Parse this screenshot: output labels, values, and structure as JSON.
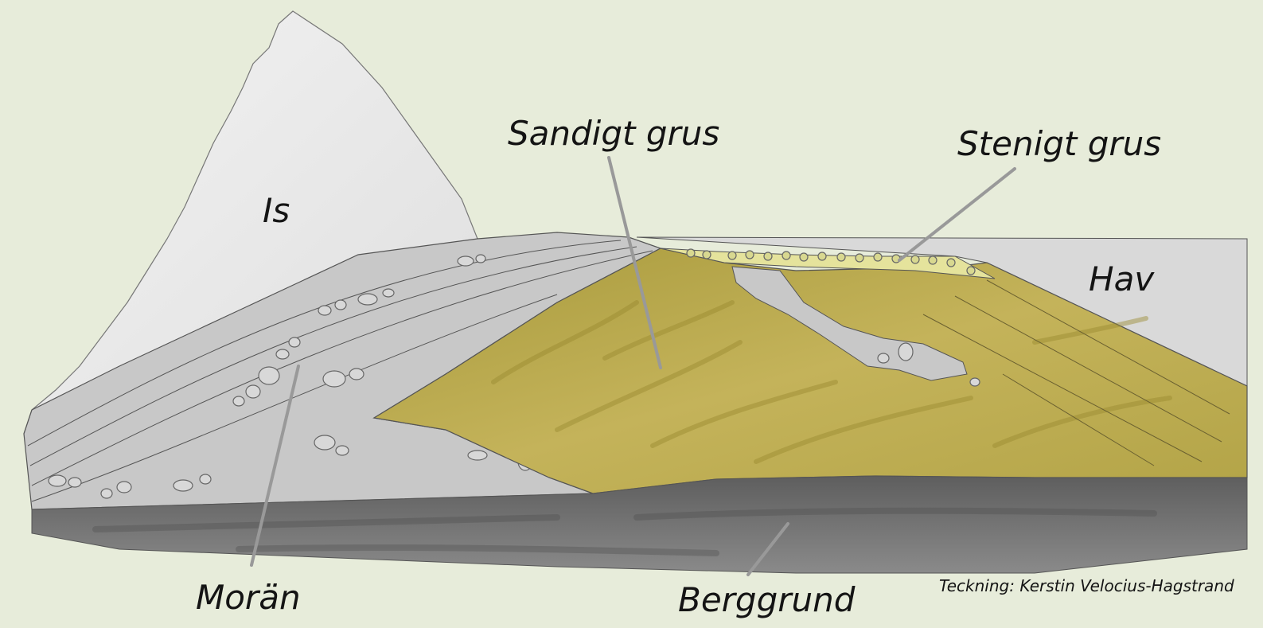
{
  "labels": {
    "ice": "Is",
    "sandy_gravel": "Sandigt grus",
    "stony_gravel": "Stenigt grus",
    "sea": "Hav",
    "moraine": "Morän",
    "bedrock": "Berggrund"
  },
  "credit": "Teckning: Kerstin Velocius-Hagstrand",
  "colors": {
    "background": "#e7ecda",
    "ice": "#e9e9e9",
    "moraine": "#c6c6c6",
    "sandy_gravel": "#b8a848",
    "stony_gravel": "#e4e29a",
    "bedrock": "#6f6f6f",
    "sea": "#d8d8d8",
    "leader_line": "#9a9a9a"
  }
}
